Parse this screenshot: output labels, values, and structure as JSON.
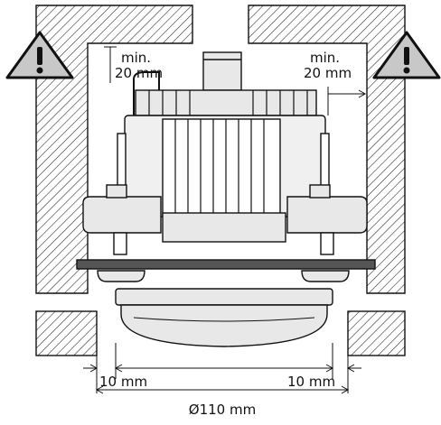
{
  "labels": {
    "min_left": "min.",
    "clearance_left": "20 mm",
    "min_right": "min.",
    "clearance_right": "20 mm",
    "gap_left": "10 mm",
    "gap_right": "10 mm",
    "cutout_diameter": "Ø110 mm"
  },
  "icons": {
    "warning_left": "warning-triangle-icon",
    "warning_right": "warning-triangle-icon"
  },
  "colors": {
    "line": "#111111",
    "warning_fill": "#c8c8c8",
    "housing": "#e8e8e8",
    "board": "#555555"
  }
}
